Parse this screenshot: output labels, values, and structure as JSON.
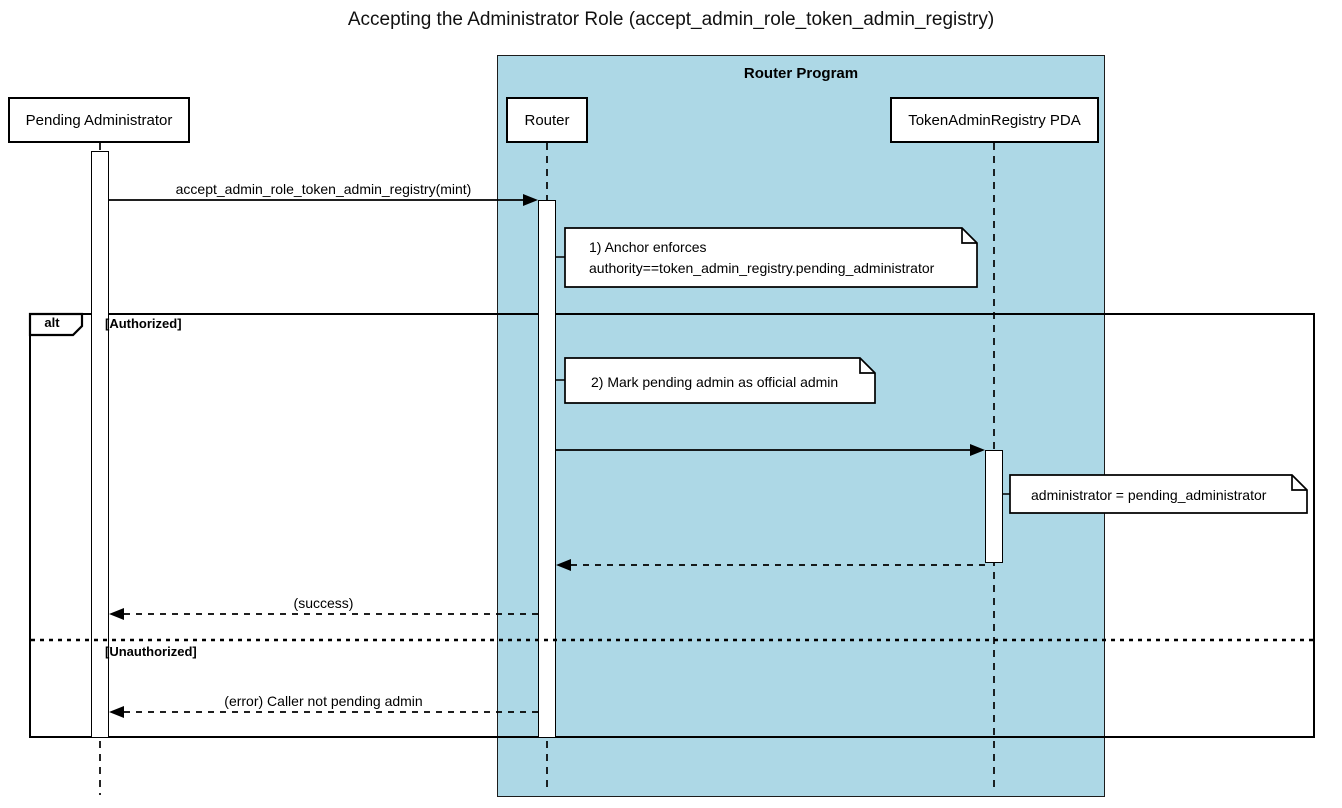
{
  "title": "Accepting the Administrator Role (accept_admin_role_token_admin_registry)",
  "container": {
    "label": "Router Program"
  },
  "participants": {
    "pending_admin": "Pending Administrator",
    "router": "Router",
    "token_admin_registry": "TokenAdminRegistry PDA"
  },
  "messages": {
    "call": "accept_admin_role_token_admin_registry(mint)",
    "success": "(success)",
    "error": "(error) Caller not pending admin"
  },
  "notes": {
    "anchor_line1": "1) Anchor enforces",
    "anchor_line2": "authority==token_admin_registry.pending_administrator",
    "mark_admin": "2) Mark pending admin as official admin",
    "assign": "administrator = pending_administrator"
  },
  "alt_frame": {
    "operator": "alt",
    "guard_authorized": "[Authorized]",
    "guard_unauthorized": "[Unauthorized]"
  },
  "colors": {
    "container_fill": "#add8e6",
    "stroke": "#000000",
    "note_fill": "#ffffff"
  }
}
